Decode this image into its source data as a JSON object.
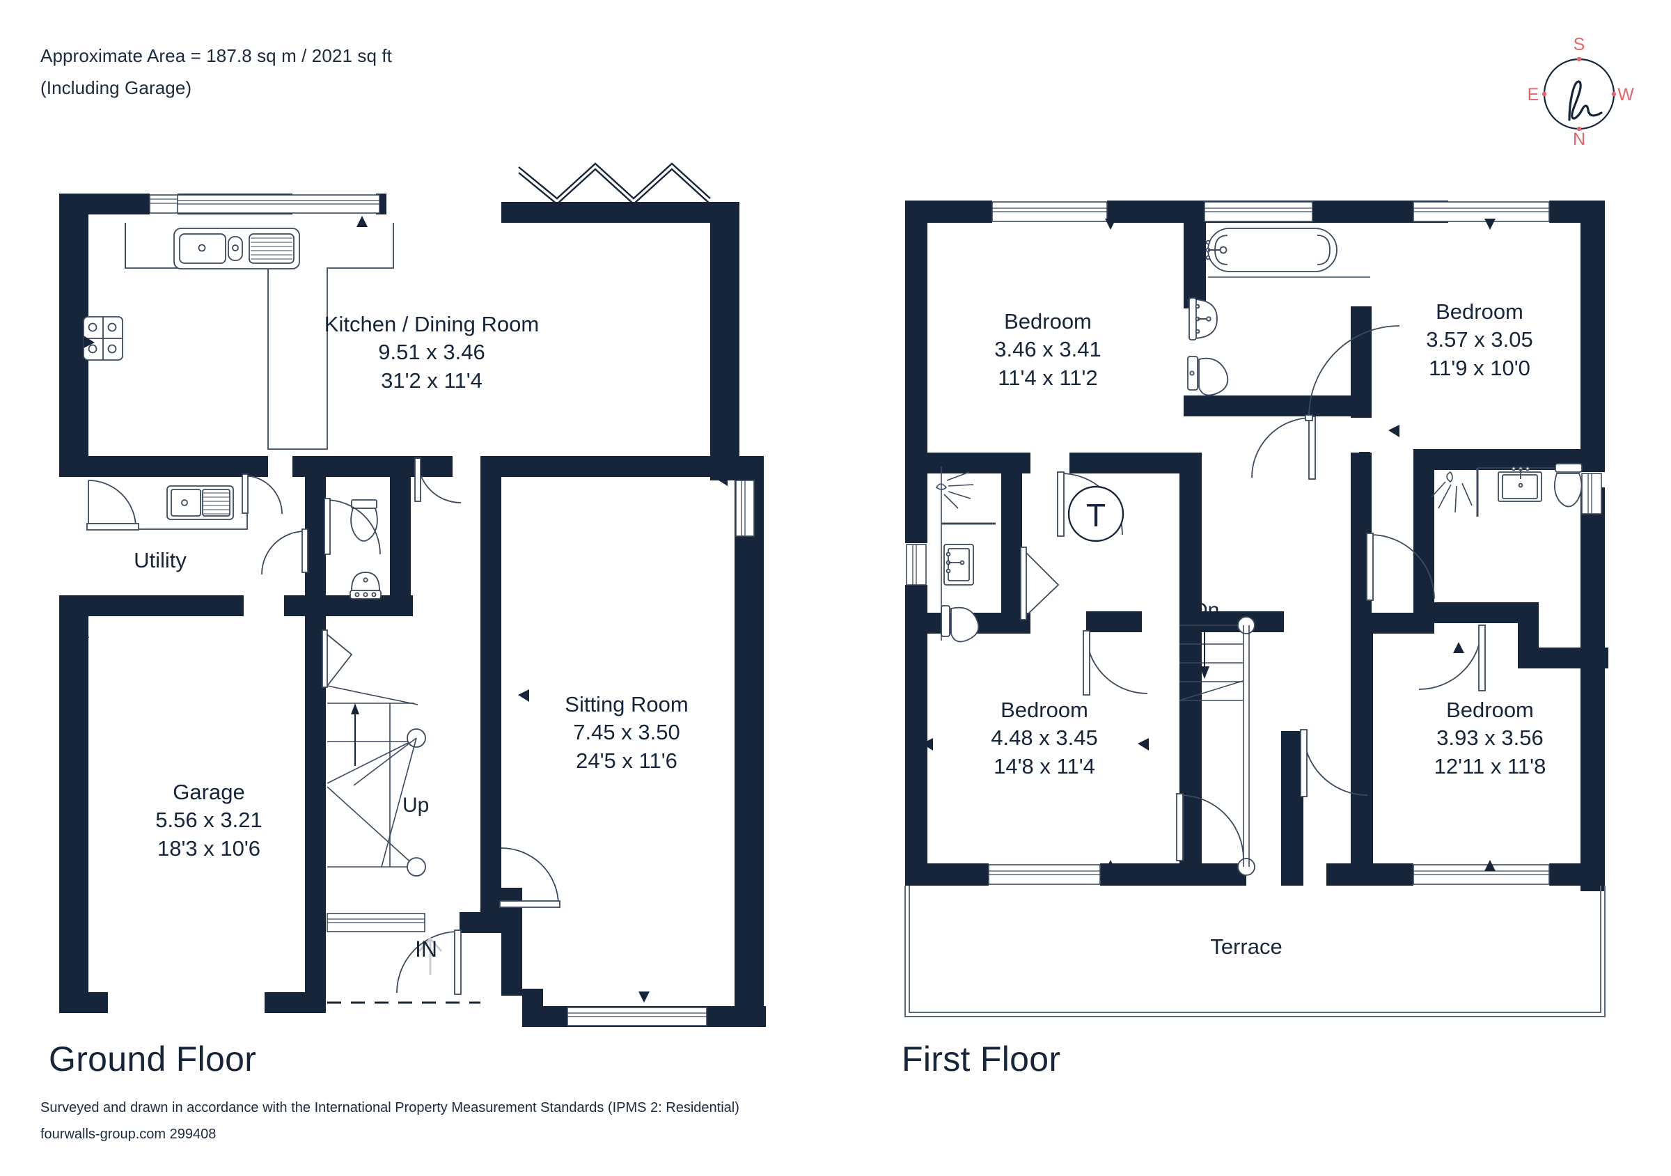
{
  "header": {
    "area_line": "Approximate Area = 187.8 sq m / 2021 sq ft",
    "note_line": "(Including Garage)"
  },
  "compass": {
    "name": "compass-rose",
    "top": "S",
    "bottom": "N",
    "left": "E",
    "right": "W",
    "letter_color": "#e8646a",
    "ring_color": "#16253a"
  },
  "floors": [
    {
      "id": "ground",
      "title": "Ground Floor",
      "rooms": [
        {
          "name": "Kitchen / Dining Room",
          "metric": "9.51 x 3.46",
          "imperial": "31'2 x 11'4"
        },
        {
          "name": "Utility",
          "metric": "",
          "imperial": ""
        },
        {
          "name": "Sitting Room",
          "metric": "7.45 x 3.50",
          "imperial": "24'5 x 11'6"
        },
        {
          "name": "Garage",
          "metric": "5.56 x 3.21",
          "imperial": "18'3 x 10'6"
        }
      ],
      "markers": [
        {
          "name": "stair-up-marker",
          "label": "Up"
        },
        {
          "name": "entrance-marker",
          "label": "IN"
        }
      ]
    },
    {
      "id": "first",
      "title": "First Floor",
      "rooms": [
        {
          "name": "Bedroom",
          "metric": "3.46 x 3.41",
          "imperial": "11'4 x 11'2"
        },
        {
          "name": "Bedroom",
          "metric": "3.57 x 3.05",
          "imperial": "11'9 x 10'0"
        },
        {
          "name": "Bedroom",
          "metric": "4.48 x 3.45",
          "imperial": "14'8 x 11'4"
        },
        {
          "name": "Bedroom",
          "metric": "3.93 x 3.56",
          "imperial": "12'11 x 11'8"
        },
        {
          "name": "Terrace",
          "metric": "",
          "imperial": ""
        }
      ],
      "markers": [
        {
          "name": "stair-down-marker",
          "label": "Dn"
        },
        {
          "name": "tank-cupboard-marker",
          "label": "T"
        }
      ]
    }
  ],
  "footer": {
    "standards_line": "Surveyed and drawn in accordance with the International Property Measurement Standards (IPMS 2: Residential)",
    "credit_line": "fourwalls-group.com 299408"
  },
  "colors": {
    "wall": "#16253a",
    "thin_line": "#3b4a5e",
    "text": "#16253a",
    "accent": "#e8646a",
    "background": "#ffffff"
  }
}
